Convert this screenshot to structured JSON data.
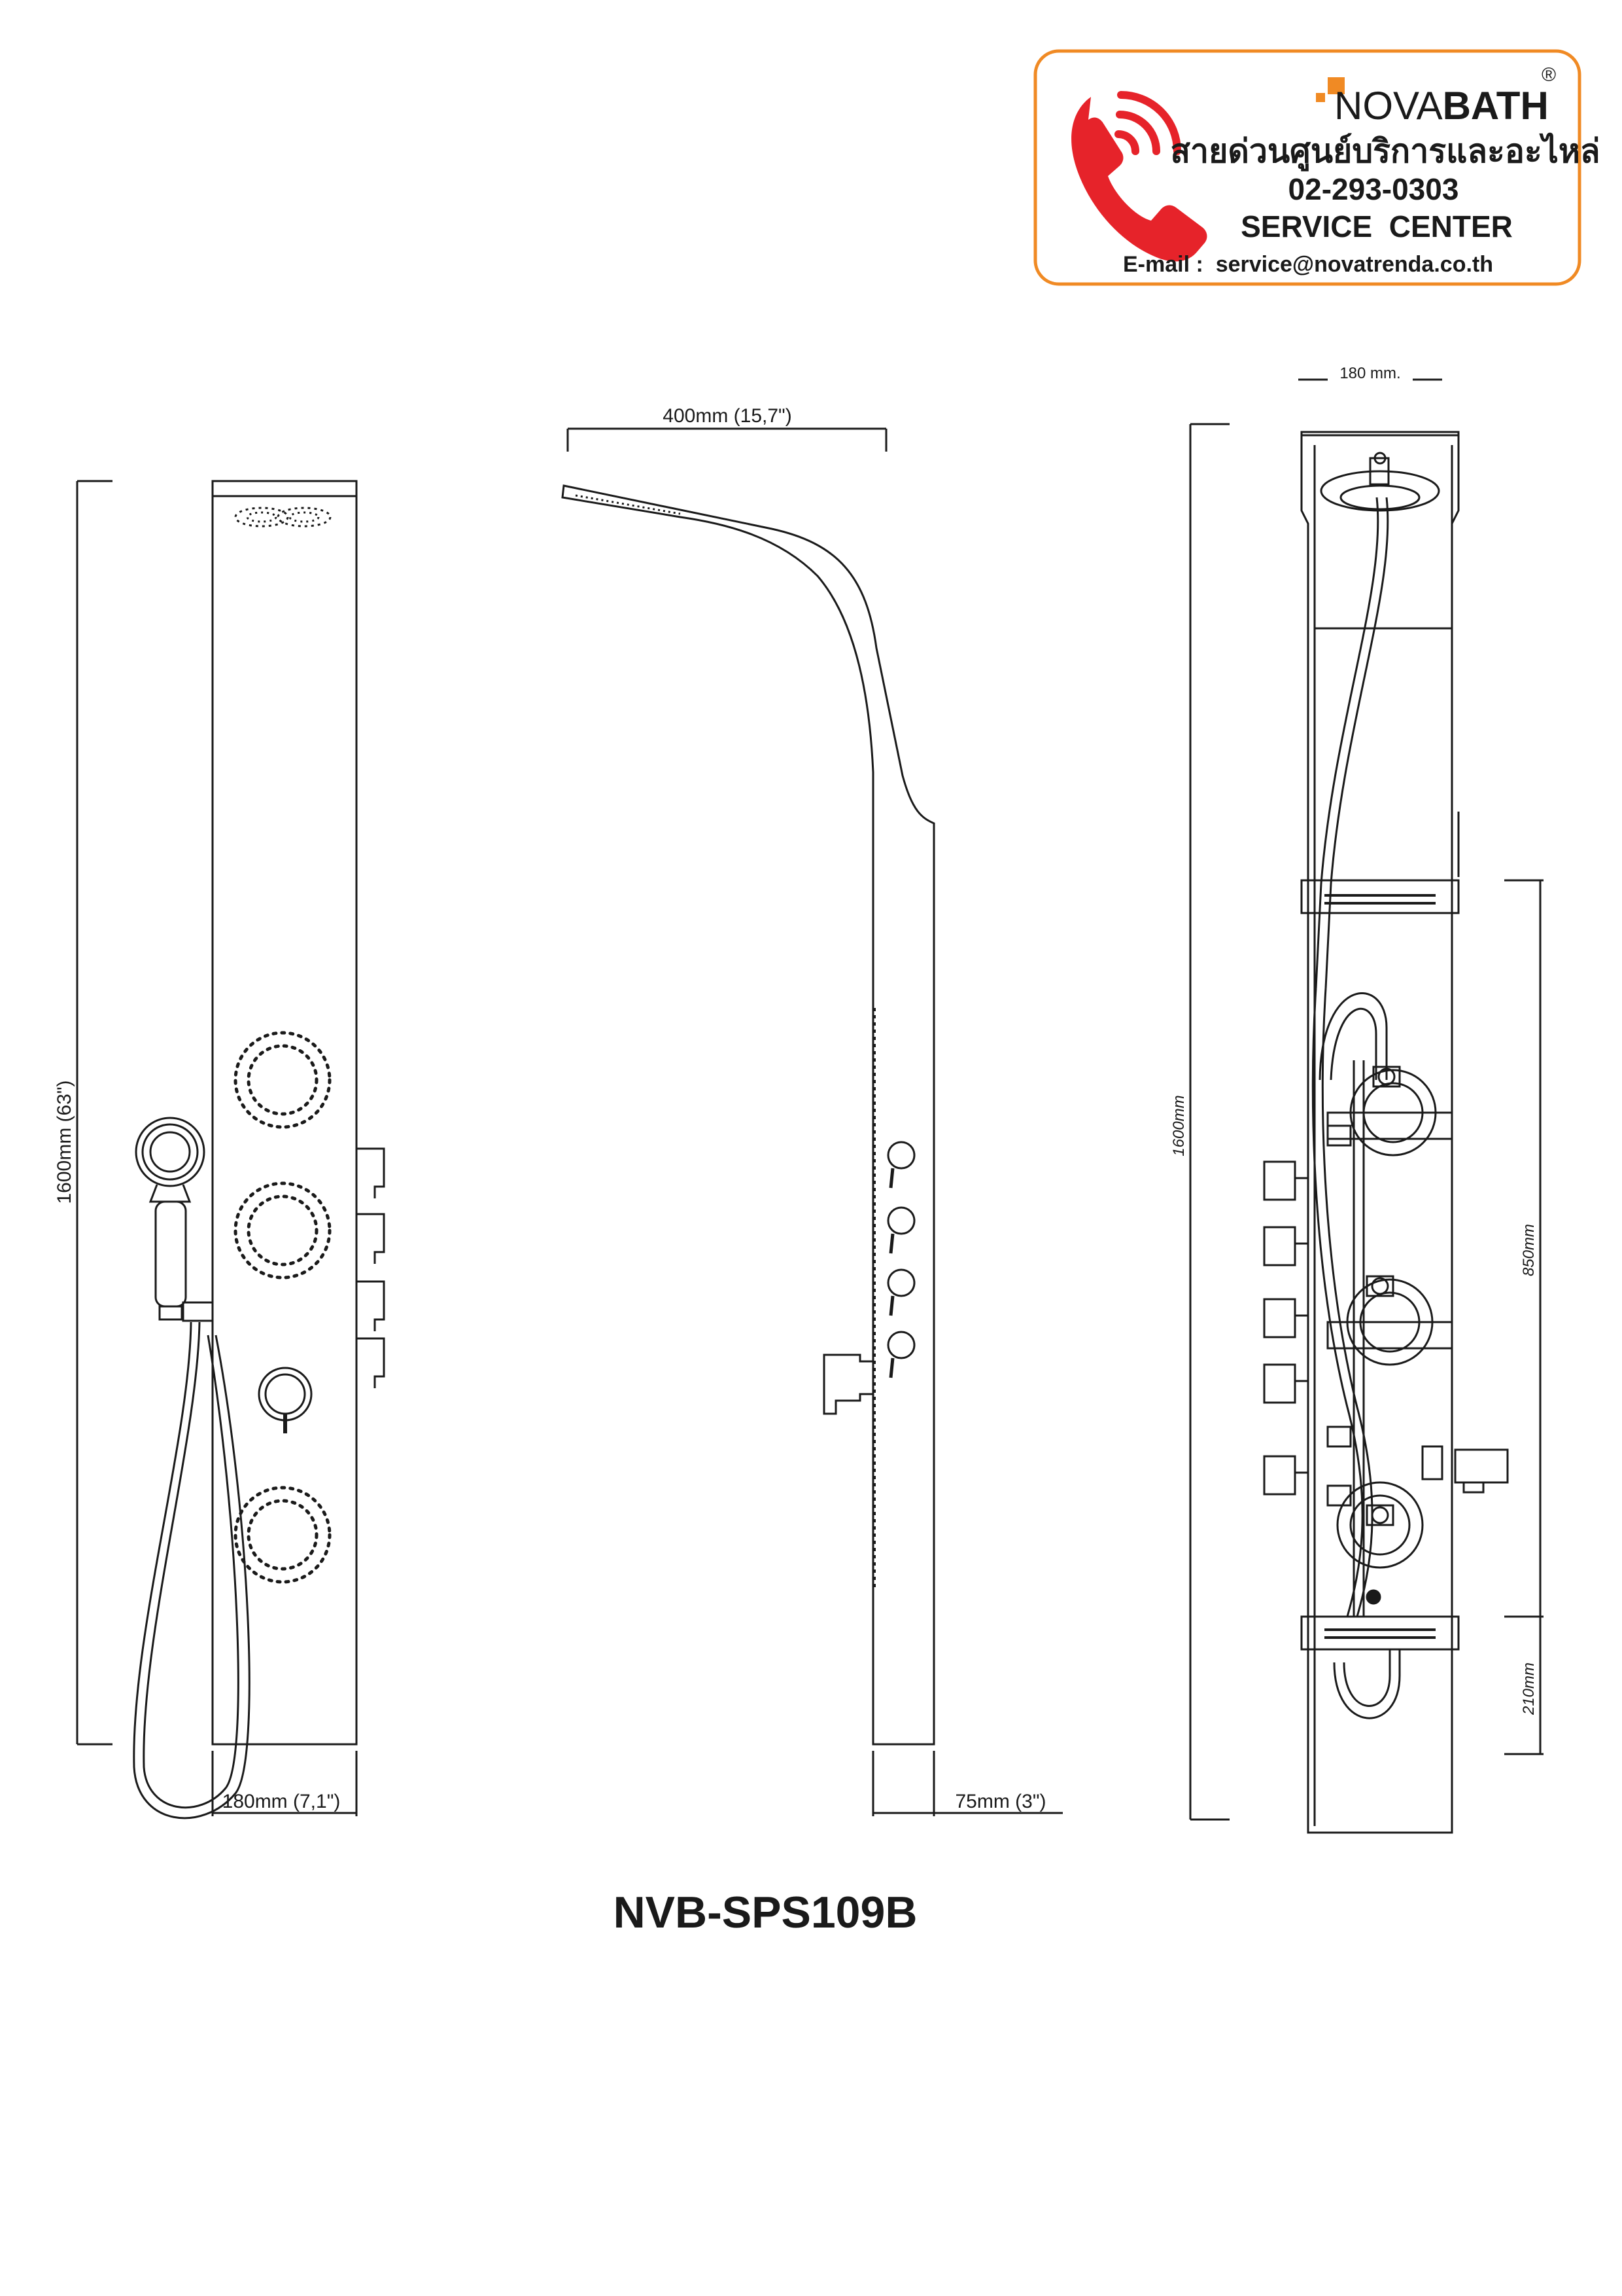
{
  "brand": {
    "name_prefix": "NOVA",
    "name_suffix": "BATH",
    "registered": "®",
    "hotline_thai": "สายด่วนศูนย์บริการและอะไหล่",
    "phone": "02-293-0303",
    "service": "SERVICE  CENTER",
    "email": "E-mail :  service@novatrenda.co.th",
    "accent_color": "#f08a24",
    "phone_icon": "phone-ringing-icon"
  },
  "front_view": {
    "height_label": "1600mm (63\")",
    "width_label": "180mm (7,1\")"
  },
  "side_view": {
    "top_label": "400mm (15,7\")",
    "depth_label": "75mm (3\")"
  },
  "back_view": {
    "width_label": "180 mm.",
    "height_label": "1600mm",
    "section_upper_label": "850mm",
    "section_lower_label": "210mm"
  },
  "model": "NVB-SPS109B"
}
